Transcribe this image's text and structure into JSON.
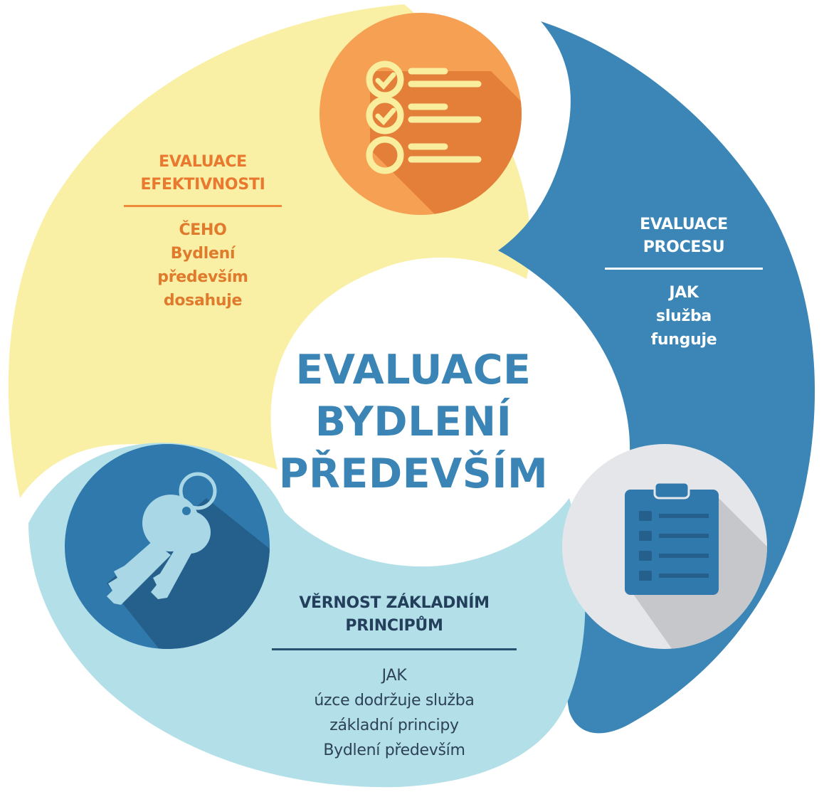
{
  "center_title": {
    "line1": "EVALUACE",
    "line2": "BYDLENÍ",
    "line3": "PŘEDEVŠÍM"
  },
  "segments": {
    "effectiveness": {
      "title_line1": "EVALUACE",
      "title_line2": "EFEKTIVNOSTI",
      "body_line1": "ČEHO",
      "body_line2": "Bydlení",
      "body_line3": "především",
      "body_line4": "dosahuje",
      "color": "#f9f0a6",
      "icon": "checklist-icon",
      "icon_color": "#f6a054"
    },
    "process": {
      "title_line1": "EVALUACE",
      "title_line2": "PROCESU",
      "body_line1": "JAK",
      "body_line2": "služba",
      "body_line3": "funguje",
      "color": "#3b86b6",
      "icon": "clipboard-icon",
      "icon_color": "#e4e6ea"
    },
    "fidelity": {
      "title_line1": "VĚRNOST ZÁKLADNÍM",
      "title_line2": "PRINCIPŮM",
      "body_line1": "JAK",
      "body_line2": "úzce dodržuje služba",
      "body_line3": "základní principy",
      "body_line4": "Bydlení především",
      "color": "#b2dfe8",
      "icon": "keys-icon",
      "icon_color": "#2f79ad"
    }
  }
}
